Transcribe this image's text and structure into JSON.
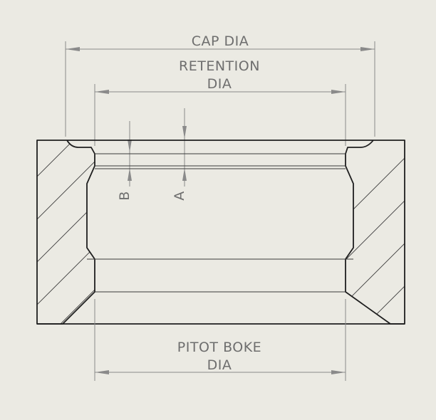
{
  "dimensions": {
    "cap_dia": "CAP DIA",
    "retention_dia_line1": "RETENTION",
    "retention_dia_line2": "DIA",
    "pitot_bore_line1": "PITOT BOKE",
    "pitot_bore_line2": "DIA",
    "a_label": "A",
    "b_label": "B"
  },
  "colors": {
    "background": "#ebeae3",
    "outline": "#1f1f1f",
    "dimension": "#8a8a8a"
  }
}
